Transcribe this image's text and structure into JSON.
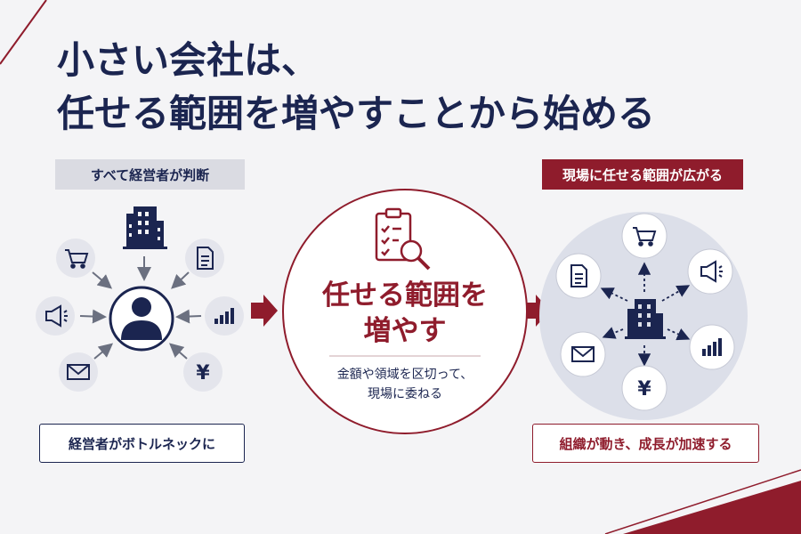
{
  "title": {
    "line1": "小さい会社は、",
    "line2": "任せる範囲を増やすことから始める"
  },
  "left": {
    "header": "すべて経営者が判断",
    "footer": "経営者がボトルネックに"
  },
  "center": {
    "title_line1": "任せる範囲を",
    "title_line2": "増やす",
    "sub_line1": "金額や領域を区切って、",
    "sub_line2": "現場に委ねる"
  },
  "right": {
    "header": "現場に任せる範囲が広がる",
    "footer": "組織が動き、成長が加速する"
  },
  "icons": {
    "yen_glyph": "¥"
  },
  "colors": {
    "navy": "#1b2550",
    "crimson": "#8f1c2c",
    "gray_label": "#dadbe2",
    "icon_circle": "#e4e5ec"
  }
}
